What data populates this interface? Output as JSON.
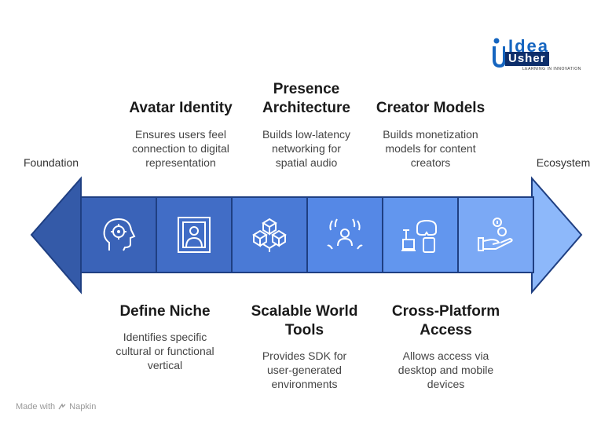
{
  "ends": {
    "left": "Foundation",
    "right": "Ecosystem"
  },
  "logo": {
    "line1": "Idea",
    "line2": "Usher",
    "tagline": "LEARNING IN INNOVATION"
  },
  "steps_top": [
    {
      "title": "Avatar Identity",
      "desc": "Ensures users feel\nconnection to digital\nrepresentation"
    },
    {
      "title": "Presence\nArchitecture",
      "desc": "Builds low-latency\nnetworking for\nspatial audio"
    },
    {
      "title": "Creator Models",
      "desc": "Builds monetization\nmodels for content\ncreators"
    }
  ],
  "steps_bottom": [
    {
      "title": "Define Niche",
      "desc": "Identifies specific\ncultural or functional\nvertical"
    },
    {
      "title": "Scalable World\nTools",
      "desc": "Provides SDK for\nuser-generated\nenvironments"
    },
    {
      "title": "Cross-Platform\nAccess",
      "desc": "Allows access via\ndesktop and mobile\ndevices"
    }
  ],
  "segments": [
    {
      "icon": "head-target-icon",
      "color": "#3a63b8"
    },
    {
      "icon": "portrait-frame-icon",
      "color": "#416dc6"
    },
    {
      "icon": "cube-network-icon",
      "color": "#4a7ad6"
    },
    {
      "icon": "person-signal-icon",
      "color": "#5588e6"
    },
    {
      "icon": "vr-devices-icon",
      "color": "#6296ee"
    },
    {
      "icon": "hand-coins-icon",
      "color": "#7ba9f5"
    }
  ],
  "arrow_colors": {
    "left_head": "#345aa8",
    "right_head": "#8db8fa",
    "stroke": "#1f3f82"
  },
  "footer": {
    "made_with": "Made with",
    "brand": "Napkin"
  }
}
